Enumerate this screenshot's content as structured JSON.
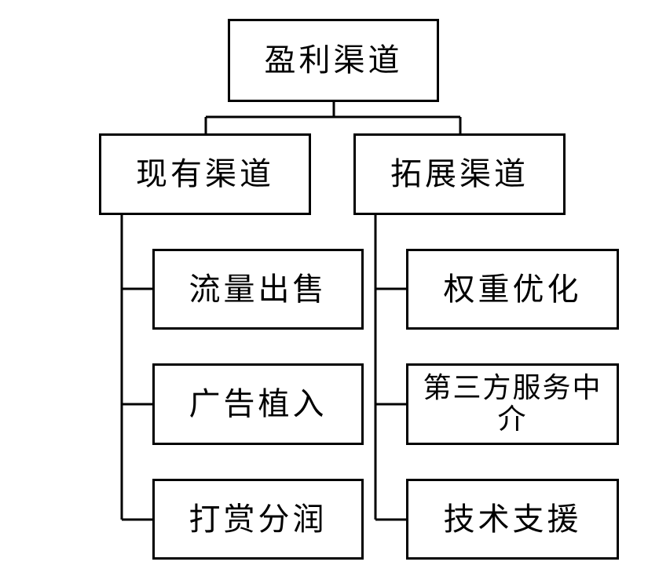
{
  "root": {
    "label": "盈利渠道"
  },
  "branches": [
    {
      "label": "现有渠道",
      "children": [
        "流量出售",
        "广告植入",
        "打赏分润"
      ]
    },
    {
      "label": "拓展渠道",
      "children": [
        "权重优化",
        "第三方服务中介",
        "技术支援"
      ]
    }
  ]
}
